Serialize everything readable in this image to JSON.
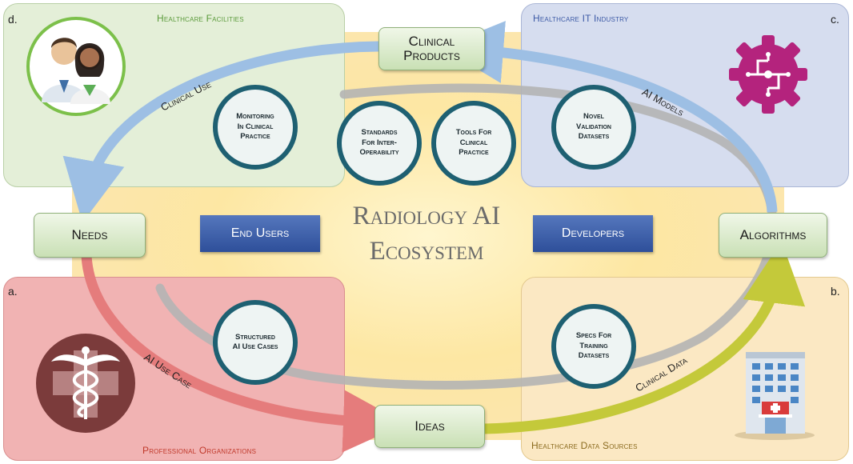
{
  "corners": {
    "a": "a.",
    "b": "b.",
    "c": "c.",
    "d": "d."
  },
  "panels": {
    "d_title": "Healthcare Facilities",
    "c_title": "Healthcare IT Industry",
    "a_title": "Professional Organizations",
    "b_title": "Healthcare Data Sources"
  },
  "nodes": {
    "clinical_products_line1": "Clinical",
    "clinical_products_line2": "Products",
    "needs": "Needs",
    "algorithms": "Algorithms",
    "ideas": "Ideas"
  },
  "roles": {
    "end_users": "End Users",
    "developers": "Developers"
  },
  "title": {
    "line1": "Radiology AI",
    "line2": "Ecosystem"
  },
  "arrow_labels": {
    "clinical_use": "Clinical Use",
    "ai_models": "AI Models",
    "ai_use_case": "AI Use Case",
    "clinical_data": "Clinical Data"
  },
  "circles": {
    "monitoring": "Monitoring\nIn Clinical\nPractice",
    "standards": "Standards\nFor Inter-\nOperability",
    "tools": "Tools For\nClinical\nPractice",
    "novel": "Novel\nValidation\nDatasets",
    "structured": "Structured\nAI Use Cases",
    "specs": "Specs For\nTraining\nDatasets"
  },
  "colors": {
    "facilities_green": "#5a9a3a",
    "it_blue": "#3d5aa6",
    "org_red": "#c0392b",
    "sources_brown": "#8a6a1e",
    "arrow_blue": "#9dbfe4",
    "arrow_red": "#e57c7c",
    "arrow_yellow": "#c4c93a",
    "arrow_gray": "#b4b4b4",
    "circle_border": "#1e6072",
    "center_glow": "#fde7a3"
  },
  "icons": {
    "doctors": "doctors-avatar-icon",
    "gear": "ai-gear-icon",
    "caduceus": "caduceus-icon",
    "hospital": "hospital-building-icon"
  }
}
